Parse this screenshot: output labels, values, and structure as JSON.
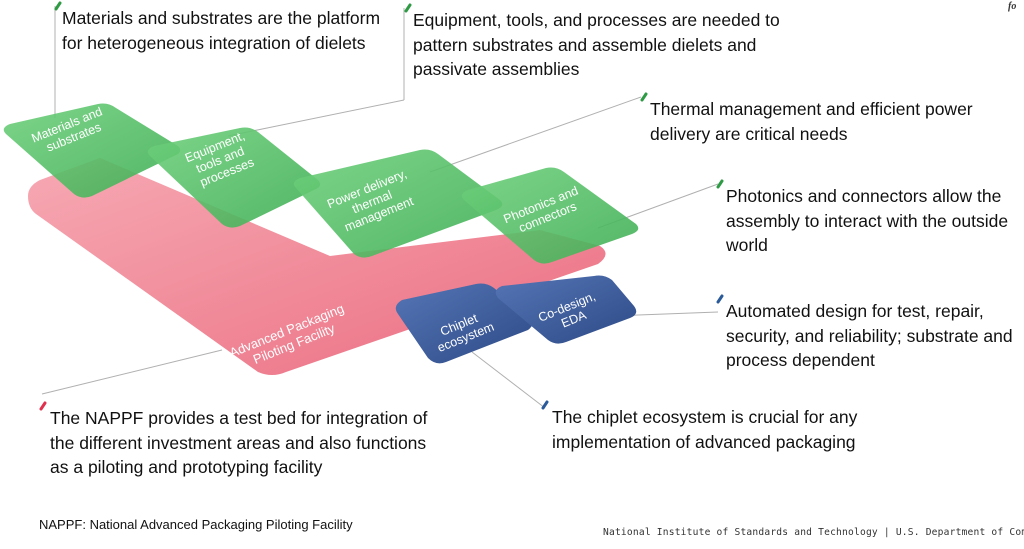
{
  "tiles": {
    "materials": "Materials and substrates",
    "equipment": "Equipment, tools and processes",
    "power": "Power delivery, thermal management",
    "photonics": "Photonics and connectors",
    "nappf": "Advanced Packaging Piloting Facility",
    "chiplet": "Chiplet ecosystem",
    "codesign": "Co-design, EDA"
  },
  "callouts": {
    "materials": "Materials and substrates are the platform for heterogeneous integration of dielets",
    "equipment": "Equipment, tools, and processes are needed to pattern substrates and assemble dielets and passivate assemblies",
    "thermal": "Thermal management and efficient power delivery are critical needs",
    "photonics": "Photonics and connectors allow the assembly to interact with the outside world",
    "codesign": "Automated design for test, repair, security, and reliability; substrate and process dependent",
    "chiplet": "The chiplet ecosystem is crucial for any implementation of advanced packaging",
    "nappf": "The NAPPF provides a test bed for integration of the different investment areas and also functions as a piloting and prototyping facility"
  },
  "footnote": "NAPPF: National Advanced Packaging Piloting Facility",
  "footer": "National Institute of Standards and Technology | U.S. Department of Commerce",
  "corner_fragment": "fo",
  "colors": {
    "green": "#5cbf6a",
    "pink": "#f08090",
    "blue": "#3a5a9a",
    "green_accent": "#2e9a44",
    "pink_accent": "#e0304e",
    "blue_accent": "#2a5a9a"
  }
}
